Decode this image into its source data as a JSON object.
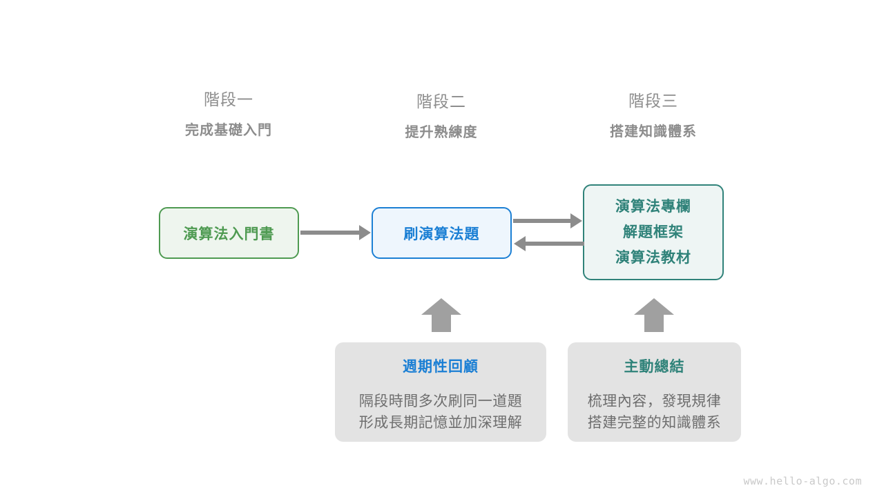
{
  "stages": [
    {
      "ordinal": "階段一",
      "goal": "完成基礎入門"
    },
    {
      "ordinal": "階段二",
      "goal": "提升熟練度"
    },
    {
      "ordinal": "階段三",
      "goal": "搭建知識體系"
    }
  ],
  "nodes": {
    "intro_book": {
      "label": "演算法入門書",
      "border_color": "#4e9a51",
      "fill_color": "#eef5ee"
    },
    "practice": {
      "label": "刷演算法題",
      "border_color": "#1b7fd4",
      "fill_color": "#eef6fd"
    },
    "resources": {
      "lines": [
        "演算法專欄",
        "解題框架",
        "演算法教材"
      ],
      "border_color": "#2f8279",
      "fill_color": "#eef5f4"
    }
  },
  "cards": [
    {
      "title": "週期性回顧",
      "title_color": "#1b7fd4",
      "lines": [
        "隔段時間多次刷同一道題",
        "形成長期記憶並加深理解"
      ]
    },
    {
      "title": "主動總結",
      "title_color": "#2f8279",
      "lines": [
        "梳理內容，發現規律",
        "搭建完整的知識體系"
      ]
    }
  ],
  "arrow_color": "#8c8c8c",
  "watermark": "www.hello-algo.com"
}
